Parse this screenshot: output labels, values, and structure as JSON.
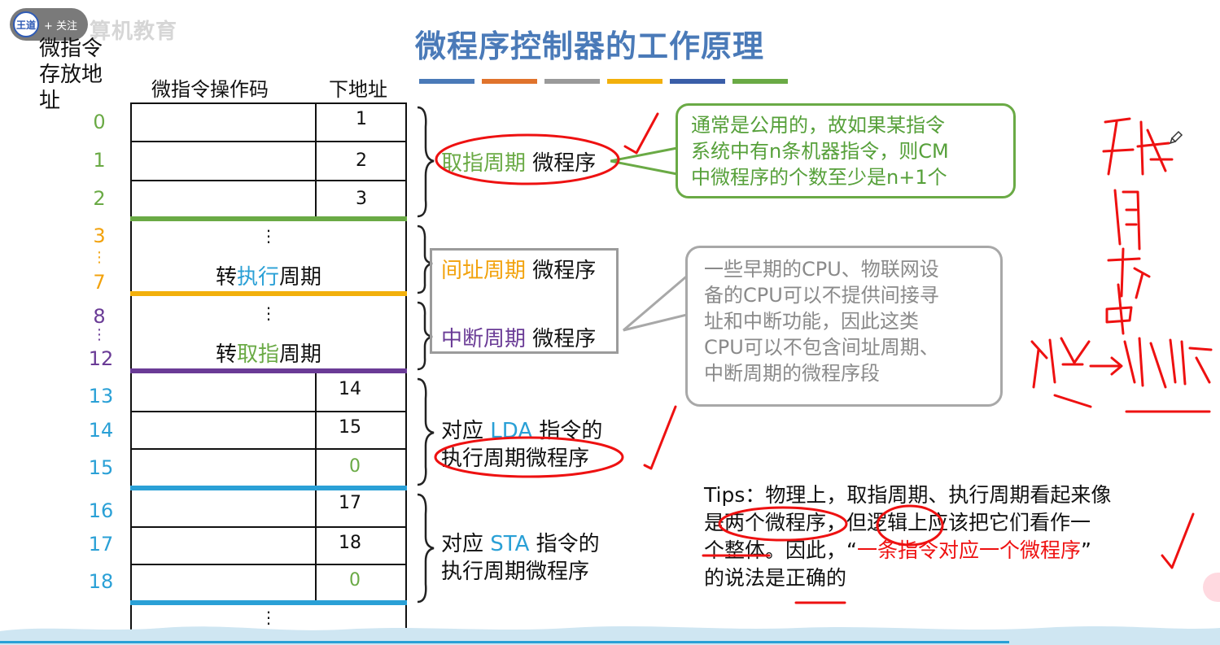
{
  "ui": {
    "follow_label": "+ 关注",
    "logo_text": "王道",
    "watermark": "算机教育"
  },
  "slide": {
    "title": "微程序控制器的工作原理",
    "colors": {
      "title": "#4a7ab8",
      "fetch": "#6aaa45",
      "indirect": "#f2a20c",
      "interrupt": "#6a3b96",
      "exec": "#2aa0d6",
      "annotation": "#e11111",
      "bars": [
        "#4a7ab8",
        "#e0732c",
        "#9a9a9a",
        "#f2b00c",
        "#3a5ea8",
        "#6aaa45"
      ]
    },
    "headers": {
      "address": [
        "微指令",
        "存放地",
        "址"
      ],
      "opcode": "微指令操作码",
      "next_addr": "下地址"
    },
    "rows": {
      "addresses": [
        "0",
        "1",
        "2",
        "3",
        "⋮",
        "7",
        "8",
        "⋮",
        "12",
        "13",
        "14",
        "15",
        "16",
        "17",
        "18"
      ],
      "next_addresses": [
        "1",
        "2",
        "3",
        "14",
        "15",
        "0",
        "17",
        "18",
        "0"
      ],
      "dots": "⋮",
      "indirect_jump": {
        "pre": "转",
        "hl": "执行",
        "post": "周期"
      },
      "interrupt_jump": {
        "pre": "转",
        "hl": "取指",
        "post": "周期"
      }
    },
    "labels": {
      "fetch": {
        "hl": "取指周期",
        "rest": " 微程序"
      },
      "indirect": {
        "hl": "间址周期",
        "rest": " 微程序"
      },
      "interrupt": {
        "hl": "中断周期",
        "rest": " 微程序"
      },
      "lda": {
        "pre": "对应 ",
        "hl": "LDA",
        "post": " 指令的",
        "line2": "执行周期微程序"
      },
      "sta": {
        "pre": "对应 ",
        "hl": "STA",
        "post": " 指令的",
        "line2": "执行周期微程序"
      }
    },
    "callout_green": [
      "通常是公用的，故如果某指令",
      "系统中有n条机器指令，则CM",
      "中微程序的个数至少是n+1个"
    ],
    "callout_gray": [
      "一些早期的CPU、物联网设",
      "备的CPU可以不提供间接寻",
      "址和中断功能，因此这类",
      "CPU可以不包含间址周期、",
      "中断周期的微程序段"
    ],
    "tips": {
      "l1": "Tips：物理上，取指周期、执行周期看起来像",
      "l2": "是两个微程序，但逻辑上应该把它们看作一",
      "l3_pre": "个整体。因此，“",
      "l3_red": "一条指令对应一个微程序",
      "l3_post": "”",
      "l4": "的说法是正确的"
    }
  }
}
